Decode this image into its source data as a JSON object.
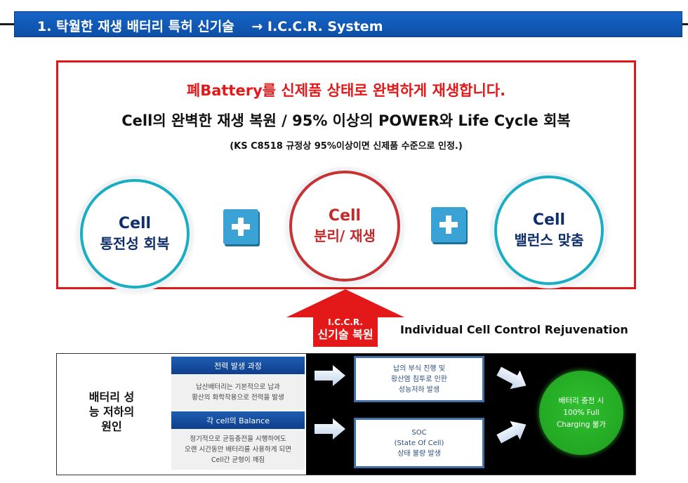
{
  "header": {
    "title": "1. 탁월한 재생 배터리 특허 신기술",
    "arrow_text": "→ I.C.C.R. System"
  },
  "summary": {
    "line1": "폐Battery를 신제품 상태로 완벽하게 재생합니다.",
    "line2": "Cell의 완벽한 재생 복원 / 95% 이상의 POWER와 Life Cycle 회복",
    "line3": "(KS C8518 규정상 95%이상이면 신제품 수준으로 인정.)"
  },
  "circles": [
    {
      "title": "Cell",
      "subtitle": "통전성 회복",
      "color": "#1aaec2"
    },
    {
      "title": "Cell",
      "subtitle": "분리/ 재생",
      "color": "#c83232"
    },
    {
      "title": "Cell",
      "subtitle": "밸런스 맞춤",
      "color": "#1aaec2"
    }
  ],
  "arrow": {
    "line1": "I.C.C.R.",
    "line2": "신기술 복원",
    "caption": "Individual Cell Control Rejuvenation"
  },
  "causes": {
    "title_lines": [
      "배터리 성",
      "능 저하의",
      "원인"
    ],
    "items": [
      {
        "heading": "전력 발생 과정",
        "desc_lines": [
          "납산배터리는 기본적으로 납과",
          "황산의 화학작용으로 전력을 발생"
        ],
        "result_lines": [
          "납의 부식 진행 및",
          "황산염 침투로 인한",
          "성능저하 발생"
        ]
      },
      {
        "heading": "각 cell의 Balance",
        "desc_lines": [
          "정기적으로 균등충전을 시행하여도",
          "오랜 시간동안 배터리를 사용하게 되면",
          "Cell간 균형이 깨짐"
        ],
        "result_lines": [
          "SOC",
          "(State Of Cell)",
          "상태 불량 발생"
        ]
      }
    ],
    "final_lines": [
      "배터리 충전 시",
      "100% Full",
      "Charging 불가"
    ]
  },
  "colors": {
    "header_blue": "#1565c7",
    "panel_red": "#e01818",
    "accent_teal": "#1aaec2",
    "final_green": "#2fc02f"
  }
}
